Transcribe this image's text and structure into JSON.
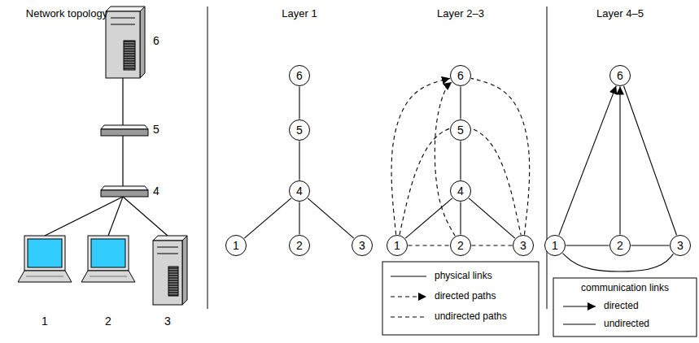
{
  "diagram": {
    "nodes": [
      {
        "text": [
          "6"
        ]
      },
      {
        "text": [
          "5"
        ]
      },
      {
        "text": [
          "4"
        ]
      },
      {
        "text": [
          "1"
        ]
      },
      {
        "text": [
          "2"
        ]
      },
      {
        "text": [
          "3"
        ]
      },
      {
        "text": [
          "6"
        ]
      },
      {
        "text": [
          "5"
        ]
      },
      {
        "text": [
          "4"
        ]
      },
      {
        "text": [
          "1"
        ]
      },
      {
        "text": [
          "2"
        ]
      },
      {
        "text": [
          "3"
        ]
      },
      {
        "text": [
          "6"
        ]
      },
      {
        "text": [
          "1"
        ]
      },
      {
        "text": [
          "2"
        ]
      },
      {
        "text": [
          "3"
        ]
      }
    ],
    "edges": [
      {
        "from": 0,
        "to": 1,
        "arrow": "none"
      },
      {
        "from": 1,
        "to": 2,
        "arrow": "none"
      },
      {
        "from": 2,
        "to": 3,
        "arrow": "none"
      },
      {
        "from": 2,
        "to": 4,
        "arrow": "none"
      },
      {
        "from": 2,
        "to": 5,
        "arrow": "none"
      },
      {
        "from": 6,
        "to": 7,
        "arrow": "none"
      },
      {
        "from": 7,
        "to": 8,
        "arrow": "none"
      },
      {
        "from": 8,
        "to": 9,
        "arrow": "none"
      },
      {
        "from": 8,
        "to": 10,
        "arrow": "none"
      },
      {
        "from": 8,
        "to": 11,
        "arrow": "none"
      },
      {
        "from": 9,
        "to": 6,
        "arrow": "to"
      },
      {
        "from": 10,
        "to": 6,
        "arrow": "to"
      },
      {
        "from": 11,
        "to": 6,
        "arrow": "none"
      },
      {
        "from": 9,
        "to": 10,
        "arrow": "none"
      },
      {
        "from": 10,
        "to": 11,
        "arrow": "none"
      },
      {
        "from": 9,
        "to": 11,
        "arrow": "none"
      },
      {
        "from": 13,
        "to": 12,
        "arrow": "to"
      },
      {
        "from": 14,
        "to": 12,
        "arrow": "to"
      },
      {
        "from": 15,
        "to": 12,
        "arrow": "none"
      },
      {
        "from": 13,
        "to": 14,
        "arrow": "none"
      },
      {
        "from": 14,
        "to": 15,
        "arrow": "none"
      },
      {
        "from": 13,
        "to": 15,
        "arrow": "none"
      }
    ],
    "labels": [
      "Network topology",
      "6",
      "5",
      "4",
      "1",
      "2",
      "3",
      "Layer 1",
      "Layer 2–3",
      "Layer 4–5",
      "communication links"
    ],
    "legend": [
      {
        "text": "physical links"
      },
      {
        "text": "directed paths"
      },
      {
        "text": "undirected paths"
      },
      {
        "text": "directed"
      },
      {
        "text": "undirected"
      }
    ]
  }
}
